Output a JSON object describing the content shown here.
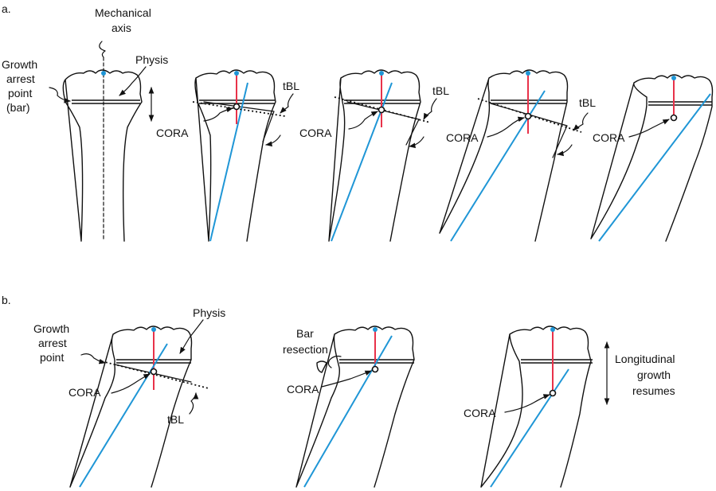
{
  "panel_a_label": "a.",
  "panel_b_label": "b.",
  "labels": {
    "mechanical_axis_line1": "Mechanical",
    "mechanical_axis_line2": "axis",
    "physis": "Physis",
    "growth_arrest_line1": "Growth",
    "growth_arrest_line2": "arrest",
    "growth_arrest_line3": "point",
    "growth_arrest_line4": "(bar)",
    "tbl": "tBL",
    "cora": "CORA",
    "growth_arrest_b_line1": "Growth",
    "growth_arrest_b_line2": "arrest",
    "growth_arrest_b_line3": "point",
    "bar_resection_line1": "Bar",
    "bar_resection_line2": "resection",
    "longitudinal_line1": "Longitudinal",
    "longitudinal_line2": "growth",
    "longitudinal_line3": "resumes"
  },
  "colors": {
    "mechanical_axis": "#e8324a",
    "anatomic_axis": "#1f96d6",
    "center_point": "#1f96d6",
    "outline": "#111111"
  }
}
